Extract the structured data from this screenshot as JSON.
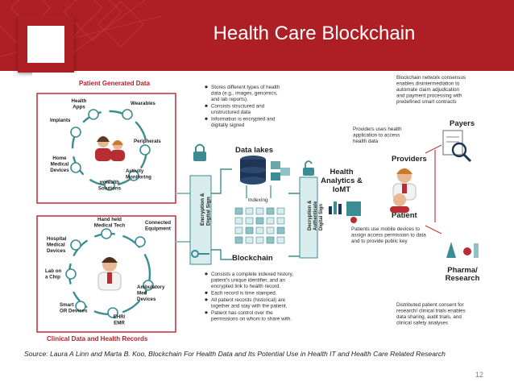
{
  "slide": {
    "title": "Health Care Blockchain",
    "source": "Source: Laura A Linn and Marta B. Koo, Blockchain For Health Data and Its Potential Use in Health IT and Health Care Related Research",
    "page_number": "12"
  },
  "colors": {
    "brand_red": "#ad1f24",
    "panel_border": "#c8393e",
    "teal": "#3c8d93",
    "navy": "#1f3555"
  },
  "diagram": {
    "patient_generated": {
      "title": "Patient Generated Data",
      "nodes": [
        [
          "Health",
          "Apps"
        ],
        [
          "Wearables"
        ],
        [
          "Implants"
        ],
        [
          "Peripherals"
        ],
        [
          "Home",
          "Medical",
          "Devices"
        ],
        [
          "Activity",
          "Monitoring"
        ],
        [
          "mHealth",
          "Solutions"
        ]
      ]
    },
    "clinical": {
      "title": "Clinical Data and Health Records",
      "nodes": [
        [
          "Hand held",
          "Medical Tech"
        ],
        [
          "Connected",
          "Equipment"
        ],
        [
          "Hospital",
          "Medical",
          "Devices"
        ],
        [
          "Lab on",
          "a Chip"
        ],
        [
          "Ambulatory",
          "Med",
          "Devices"
        ],
        [
          "Smart",
          "OR Devices"
        ],
        [
          "EHR/",
          "EMR"
        ]
      ]
    },
    "data_lakes": {
      "bullets": [
        [
          "Stores different types of health",
          "data (e.g., images, genomics,",
          "and lab reports)."
        ],
        [
          "Consists structured and",
          "unstructured data"
        ],
        [
          "Information is encrypted and",
          "digitally signed"
        ]
      ],
      "title": "Data lakes",
      "indexing": "Indexing"
    },
    "blockchain": {
      "title": "Blockchain",
      "bullets": [
        [
          "Consists a complete indexed history,",
          "patient's unique identifier, and an",
          "encrypted link to health record."
        ],
        [
          "Each record is time stamped."
        ],
        [
          "All patient records (historical) are",
          "together and stay with the patient."
        ],
        [
          "Patient has control over the",
          "permissions on whom to share with."
        ]
      ]
    },
    "encryption_label": [
      "Encryption &",
      "Digital Sign"
    ],
    "decryption_label": [
      "Decryption &",
      "Authenticate",
      "Digital Sign"
    ],
    "analytics": [
      "Health",
      "Analytics &",
      "IoMT"
    ],
    "providers_note": [
      "Providers uses health",
      "application to access",
      "health data"
    ],
    "consensus_note": [
      "Blockchain network consensus",
      "enables disintermediation to",
      "automate claim adjudication",
      "and payment processing with",
      "predefined smart contracts"
    ],
    "patient_note": [
      "Patients use mobile devices to",
      "assign access permission to data",
      "and to provide public key"
    ],
    "consent_note": [
      "Distributed patient consent for",
      "research/ clinical trials enables",
      "data sharing, audit trials, and",
      "clinical safety analyses"
    ],
    "actors": {
      "providers": "Providers",
      "payers": "Payers",
      "patient": "Patient",
      "pharma": [
        "Pharma/",
        "Research"
      ]
    }
  }
}
